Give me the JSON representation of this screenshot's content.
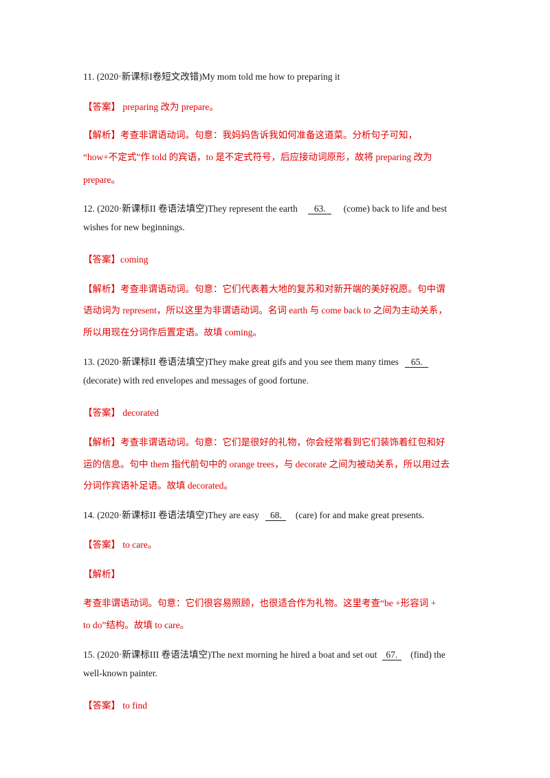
{
  "questions": [
    {
      "stem": "11.  (2020·新课标I卷短文改错)My  mom told me how to preparing it",
      "answer": "【答案】 preparing 改为 prepare。",
      "analysis": [
        "【解析】考查非谓语动词。句意：我妈妈告诉我如何准备这道菜。分析句子可知，",
        "“how+不定式”作 told 的宾语，to 是不定式符号，后应接动词原形，故将 preparing 改为",
        "prepare。"
      ]
    },
    {
      "stem_a": "12.  (2020·新课标II 卷语法填空)They represent the earth",
      "blank": "63.",
      "stem_b": "(come) back to life and best",
      "stem_line2": "wishes for new beginnings.",
      "answer": "【答案】coming",
      "analysis": [
        "【解析】考查非谓语动词。句意：它们代表着大地的复苏和对新开端的美好祝愿。句中谓",
        "语动词为 represent，所以这里为非谓语动词。名词 earth 与 come back to 之间为主动关系，",
        "所以用现在分词作后置定语。故填 coming。"
      ]
    },
    {
      "stem_a": "13.  (2020·新课标II 卷语法填空)They make great gifs and you see them many times",
      "blank": "65.",
      "stem_line2": "(decorate) with red envelopes and messages of good fortune.",
      "answer": "【答案】 decorated",
      "analysis": [
        "【解析】考查非谓语动词。句意：它们是很好的礼物，你会经常看到它们装饰着红包和好",
        "运的信息。句中 them 指代前句中的 orange trees，与 decorate 之间为被动关系，所以用过去",
        "分词作宾语补足语。故填 decorated。"
      ]
    },
    {
      "stem_a": "14.  (2020·新课标II 卷语法填空)They are easy",
      "blank": "68.",
      "stem_b": "(care) for and make great presents.",
      "answer": "【答案】 to care。",
      "analysis_label": "【解析】",
      "analysis": [
        "考查非谓语动词。句意：它们很容易照顾，也很适合作为礼物。这里考查“be +形容词  +",
        "to do”结构。故填 to care。"
      ]
    },
    {
      "stem_a": "15.  (2020·新课标III 卷语法填空)The next morning he hired a boat and set out",
      "blank": "67.",
      "stem_b": "(find) the",
      "stem_line2": "well-known painter.",
      "answer": "【答案】 to find"
    }
  ]
}
